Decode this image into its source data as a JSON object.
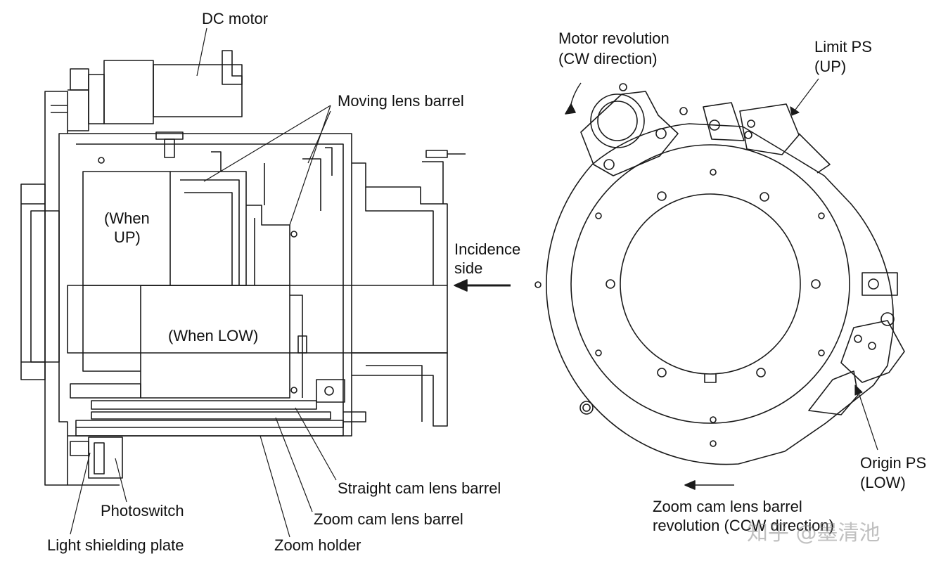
{
  "labels": {
    "dc_motor": "DC motor",
    "moving_lens_barrel": "Moving lens barrel",
    "when_up_1": "(When",
    "when_up_2": "UP)",
    "when_low": "(When LOW)",
    "incidence_1": "Incidence",
    "incidence_2": "side",
    "straight_cam": "Straight cam lens barrel",
    "zoom_cam": "Zoom cam lens barrel",
    "photoswitch": "Photoswitch",
    "light_shielding": "Light shielding plate",
    "zoom_holder": "Zoom holder",
    "motor_rev_1": "Motor revolution",
    "motor_rev_2": "(CW direction)",
    "limit_ps_1": "Limit PS",
    "limit_ps_2": "(UP)",
    "origin_ps_1": "Origin PS",
    "origin_ps_2": "(LOW)",
    "zoom_rev_1": "Zoom cam lens barrel",
    "zoom_rev_2": "revolution (CCW direction)"
  },
  "watermark": "知乎 @墨清池",
  "colors": {
    "line": "#1a1a1a",
    "background": "#ffffff",
    "watermark": "#8c8c8c"
  },
  "icons": [
    "rotation-arrow-icon",
    "incidence-arrow-icon"
  ]
}
